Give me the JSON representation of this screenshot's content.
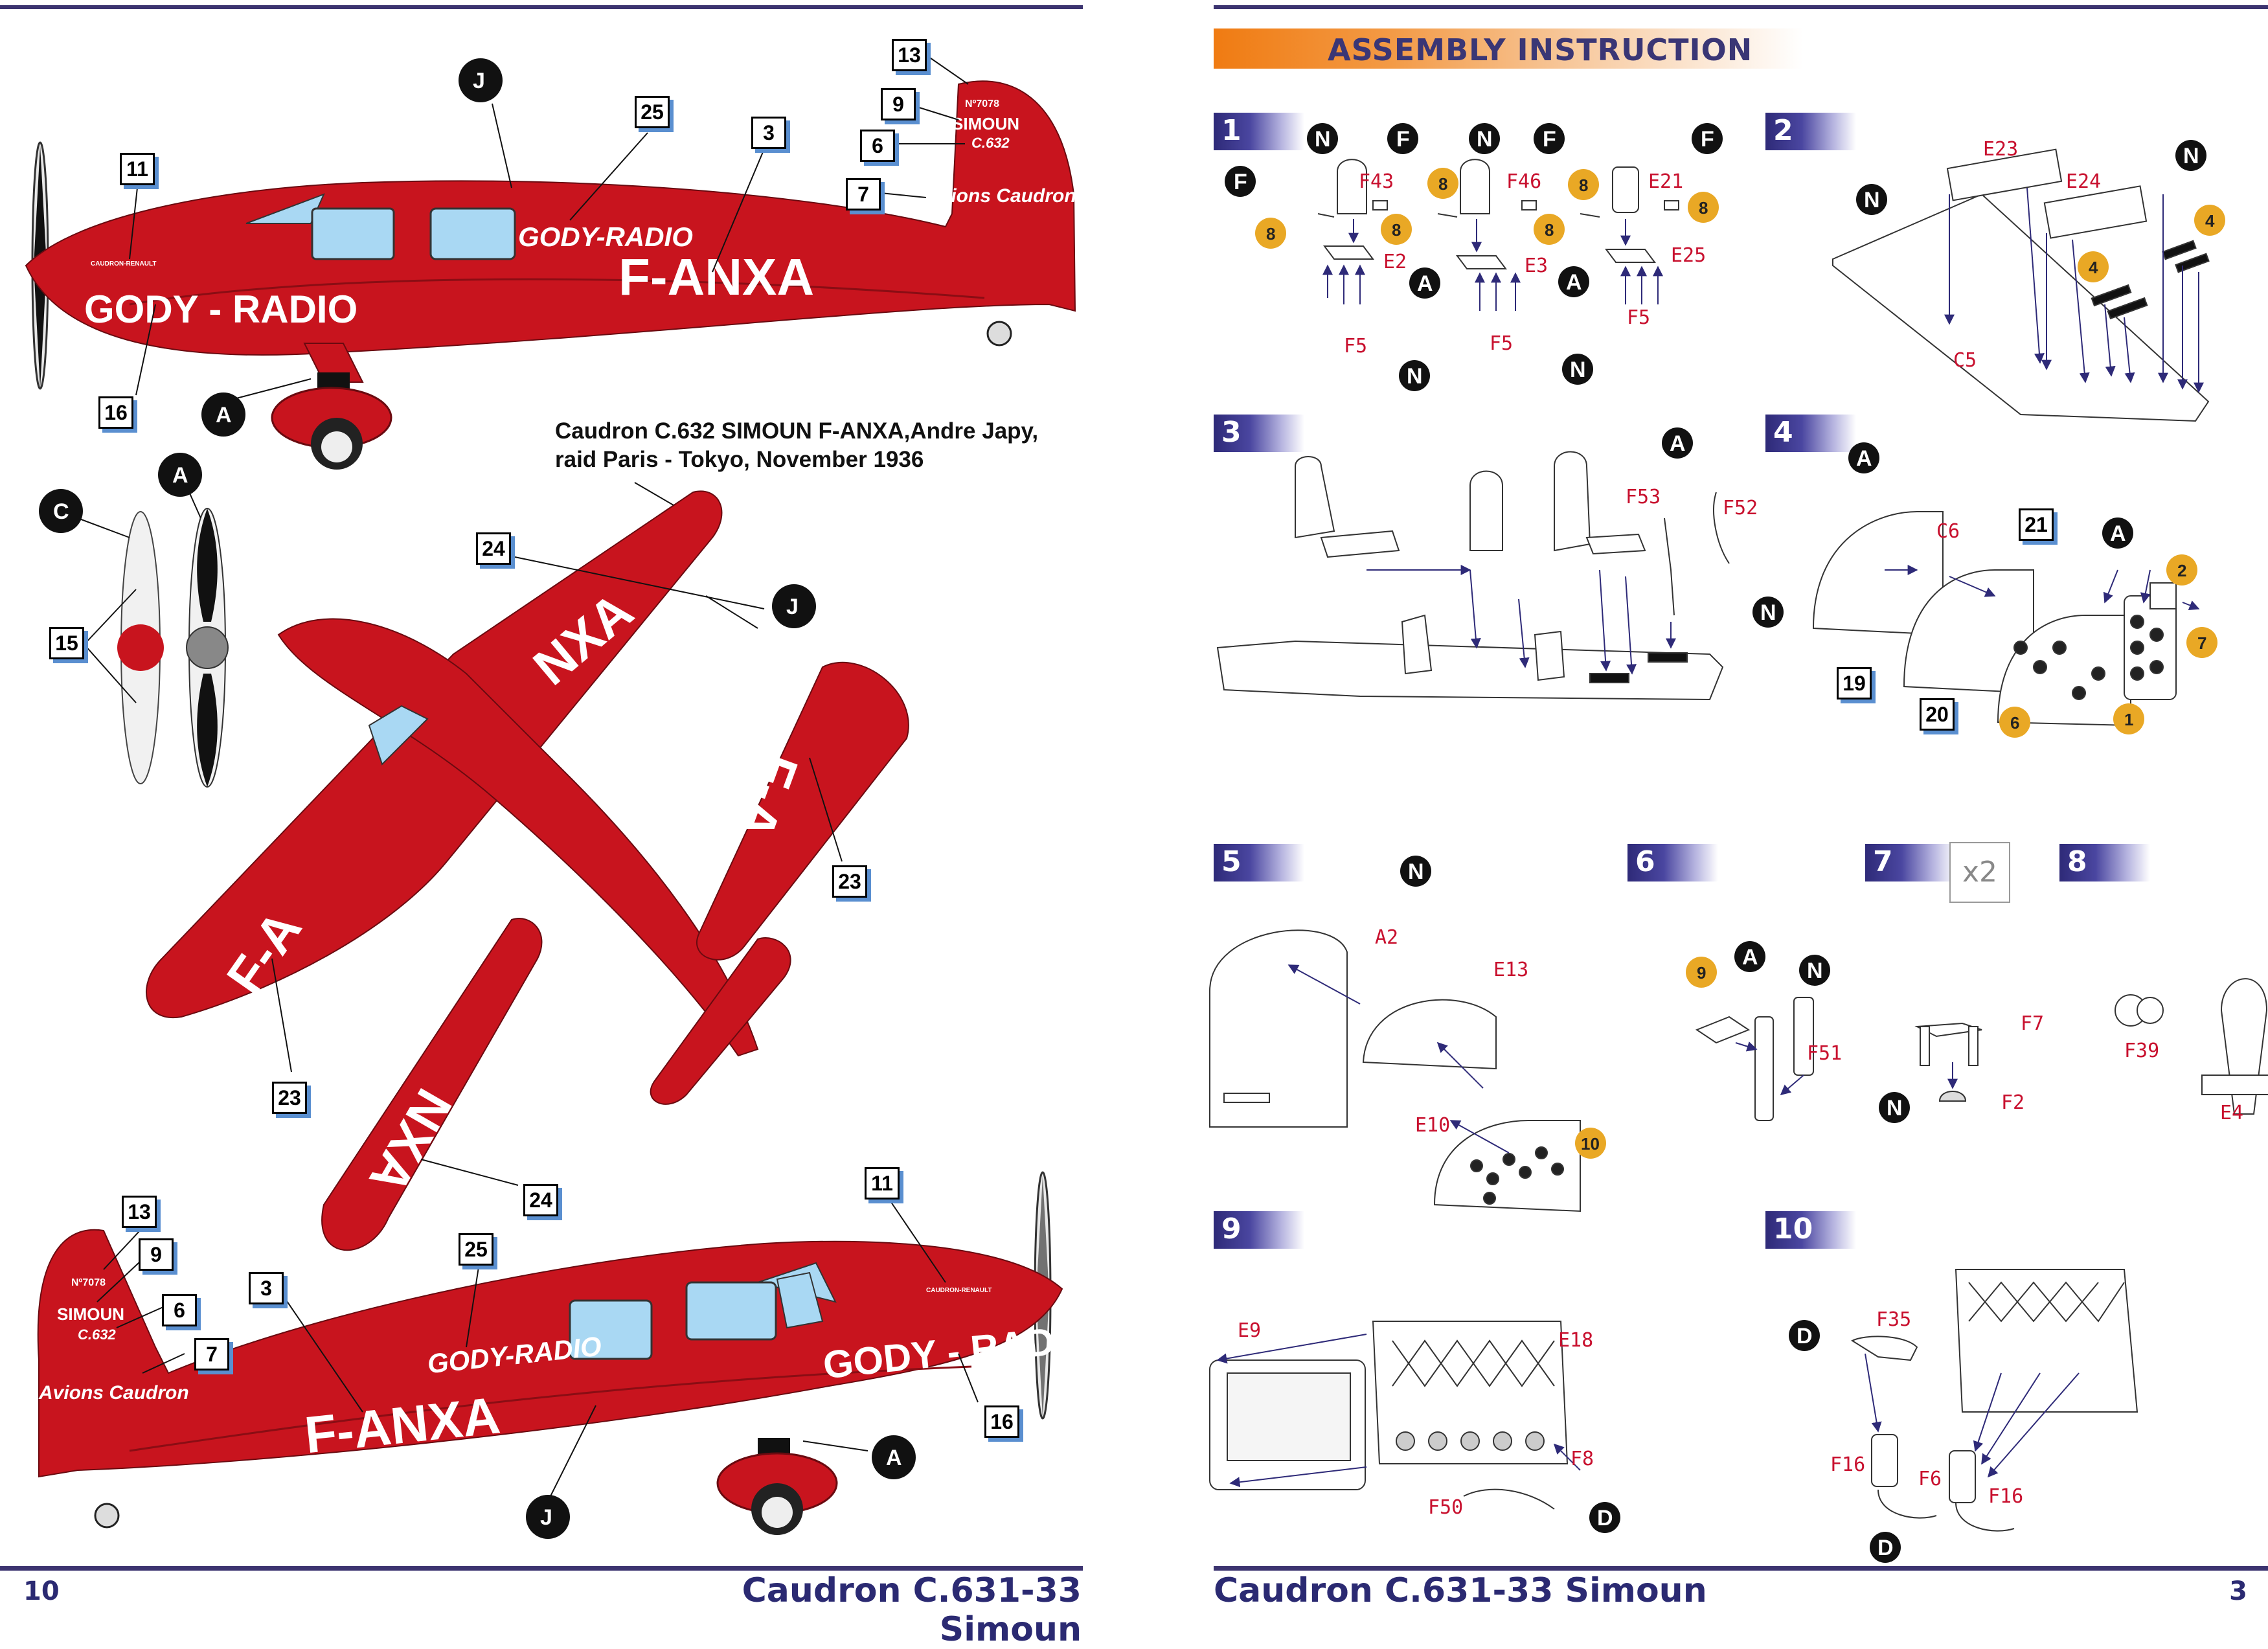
{
  "footer": {
    "left_page_number": "10",
    "left_title": "Caudron C.631-33 Simoun",
    "right_title": "Caudron C.631-33 Simoun",
    "right_page_number": "3"
  },
  "caption": {
    "line1": "Caudron C.632 SIMOUN F-ANXA,Andre Japy,",
    "line2": "raid Paris - Tokyo, November 1936"
  },
  "aircraft_markings": {
    "registration": "F-ANXA",
    "sponsor": "GODY - RADIO",
    "sponsor_script": "GODY-RADIO",
    "tail_name": "SIMOUN",
    "tail_model": "C.632",
    "tail_number": "Nº7078",
    "maker_script": "Avions Caudron",
    "engine_text": "CAUDRON-RENAULT",
    "wing_left": "F-A",
    "wing_right": "NXA"
  },
  "decal_labels": {
    "top_profile": [
      "11",
      "25",
      "3",
      "13",
      "9",
      "6",
      "7",
      "16"
    ],
    "plan_view": [
      "24",
      "23",
      "23",
      "24"
    ],
    "propeller": [
      "15"
    ],
    "bottom_profile": [
      "13",
      "9",
      "6",
      "7",
      "3",
      "25",
      "11",
      "16"
    ]
  },
  "callout_letters": {
    "j": "J",
    "a": "A",
    "c": "C"
  },
  "assembly": {
    "title": "ASSEMBLY INSTRUCTION",
    "steps": [
      {
        "num": "1",
        "parts": [
          "F43",
          "F46",
          "E21",
          "E2",
          "E3",
          "E25",
          "F5",
          "F5",
          "F5"
        ],
        "letters": [
          "N",
          "F",
          "N",
          "F",
          "F",
          "F",
          "A",
          "A",
          "N",
          "N"
        ],
        "paints": [
          "8",
          "8",
          "8",
          "8",
          "8",
          "8",
          "8"
        ]
      },
      {
        "num": "2",
        "parts": [
          "E23",
          "E24",
          "C5"
        ],
        "letters": [
          "N",
          "N"
        ],
        "paints": [
          "4",
          "4"
        ]
      },
      {
        "num": "3",
        "parts": [
          "F53",
          "F52"
        ],
        "letters": [
          "A",
          "N"
        ]
      },
      {
        "num": "4",
        "parts": [
          "C6"
        ],
        "letters": [
          "A",
          "A"
        ],
        "labels": [
          "21",
          "19",
          "20"
        ],
        "paints": [
          "2",
          "7",
          "6",
          "1"
        ]
      },
      {
        "num": "5",
        "parts": [
          "A2",
          "E13",
          "E10"
        ],
        "letters": [
          "N"
        ],
        "paints": [
          "10"
        ]
      },
      {
        "num": "6",
        "parts": [
          "F51"
        ],
        "letters": [
          "A",
          "N"
        ],
        "paints": [
          "9"
        ]
      },
      {
        "num": "7",
        "multiplier": "x2",
        "parts": [
          "F7",
          "F2"
        ],
        "letters": [
          "N"
        ]
      },
      {
        "num": "8",
        "parts": [
          "F39",
          "E4"
        ]
      },
      {
        "num": "9",
        "parts": [
          "E9",
          "E18",
          "F8",
          "F50"
        ],
        "letters": [
          "D"
        ]
      },
      {
        "num": "10",
        "parts": [
          "F35",
          "F16",
          "F6",
          "F16"
        ],
        "letters": [
          "D",
          "D"
        ]
      }
    ]
  },
  "colors": {
    "aircraft_red": "#c8141e",
    "window_blue": "#a9d8f3",
    "paint_badge": "#e9a825",
    "navy": "#2e2a78",
    "accent_orange": "#f07b12",
    "part_label_red": "#c8102e"
  }
}
